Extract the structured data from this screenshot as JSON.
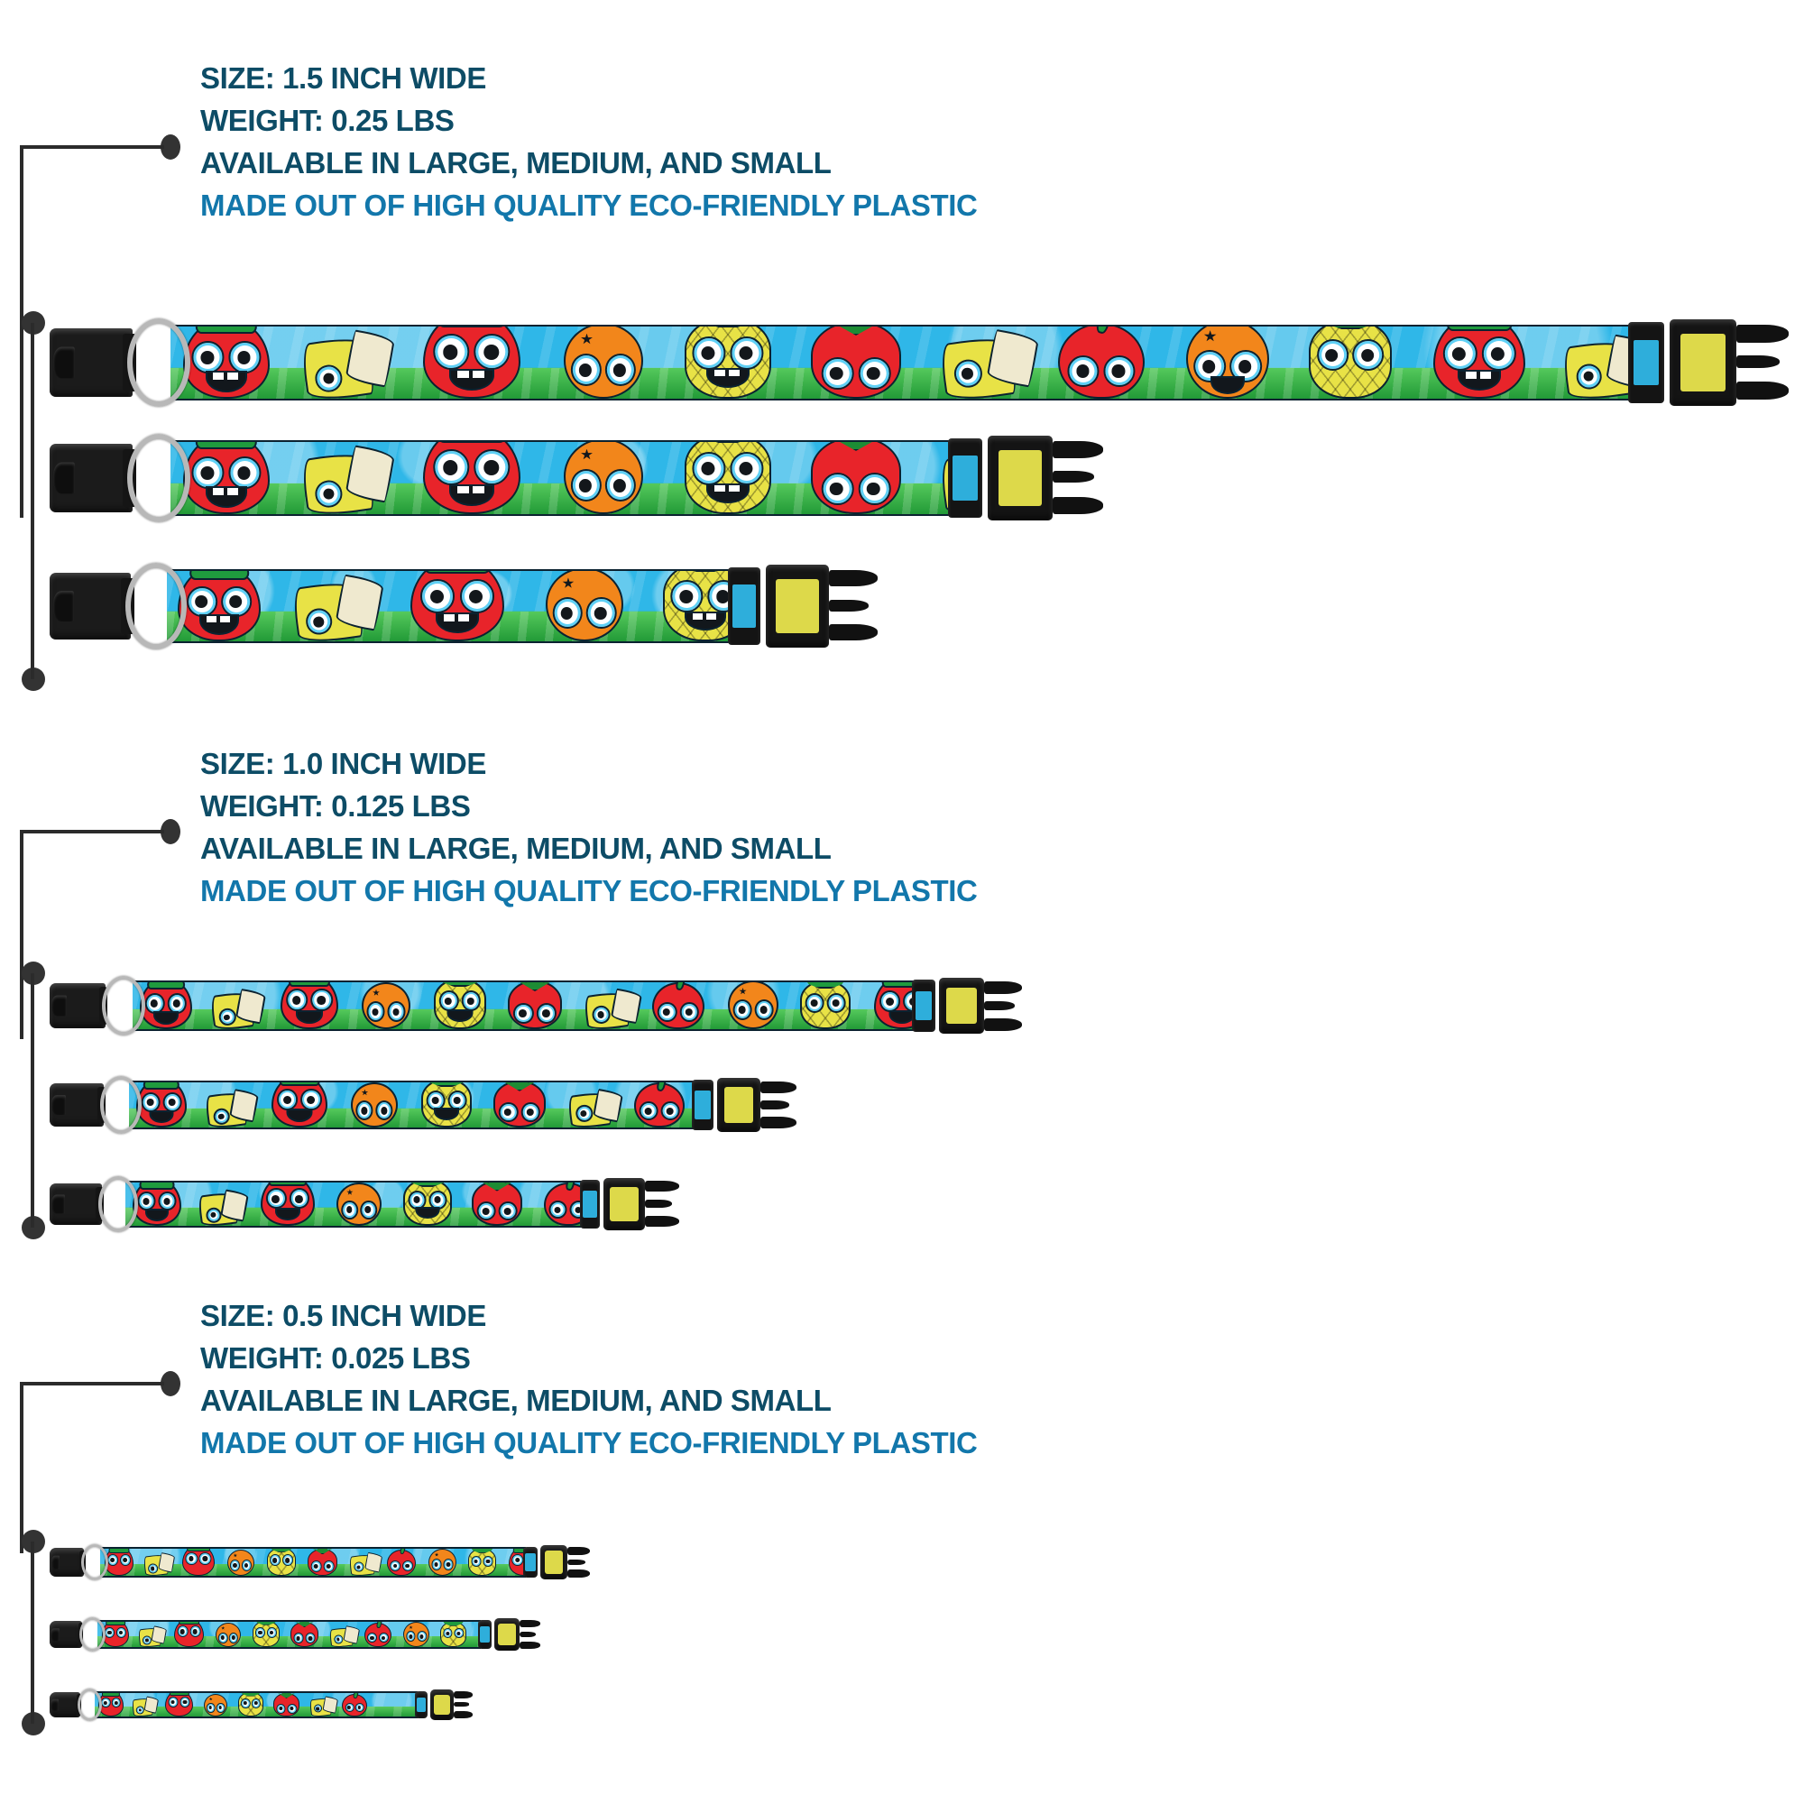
{
  "page": {
    "type": "product-size-infographic",
    "product": "dog collar",
    "pattern_name": "cartoon fruit faces",
    "background": "#ffffff",
    "colors": {
      "spec_dark_blue": "#0d4c66",
      "spec_bright_blue": "#1277ab",
      "leader_line": "#2b2b2b",
      "hardware_black": "#141414",
      "webbing_sky": "#2fb7e8",
      "webbing_grass": "#45c24f",
      "fruit_red": "#e8242a",
      "fruit_orange": "#f2861b",
      "fruit_yellow": "#e8e246",
      "fruit_green": "#1f9b3e"
    }
  },
  "sections": [
    {
      "id": "size-1-5",
      "spec": {
        "size_label": "SIZE: 1.5 INCH WIDE",
        "weight_label": "WEIGHT: 0.25 LBS",
        "availability_label": "AVAILABLE IN LARGE, MEDIUM, AND SMALL",
        "material_label": "MADE OUT OF HIGH QUALITY ECO-FRIENDLY PLASTIC"
      },
      "collars": [
        {
          "variant": "large",
          "alt": "1.5 inch wide large dog collar with cartoon fruit pattern"
        },
        {
          "variant": "medium",
          "alt": "1.5 inch wide medium dog collar with cartoon fruit pattern"
        },
        {
          "variant": "small",
          "alt": "1.5 inch wide small dog collar with cartoon fruit pattern"
        }
      ]
    },
    {
      "id": "size-1-0",
      "spec": {
        "size_label": "SIZE: 1.0 INCH WIDE",
        "weight_label": "WEIGHT: 0.125 LBS",
        "availability_label": "AVAILABLE IN LARGE, MEDIUM, AND SMALL",
        "material_label": "MADE OUT OF HIGH QUALITY ECO-FRIENDLY PLASTIC"
      },
      "collars": [
        {
          "variant": "large",
          "alt": "1.0 inch wide large dog collar with cartoon fruit pattern"
        },
        {
          "variant": "medium",
          "alt": "1.0 inch wide medium dog collar with cartoon fruit pattern"
        },
        {
          "variant": "small",
          "alt": "1.0 inch wide small dog collar with cartoon fruit pattern"
        }
      ]
    },
    {
      "id": "size-0-5",
      "spec": {
        "size_label": "SIZE: 0.5 INCH WIDE",
        "weight_label": "WEIGHT: 0.025 LBS",
        "availability_label": "AVAILABLE IN LARGE, MEDIUM, AND SMALL",
        "material_label": "MADE OUT OF HIGH QUALITY ECO-FRIENDLY PLASTIC"
      },
      "collars": [
        {
          "variant": "large",
          "alt": "0.5 inch wide large dog collar with cartoon fruit pattern"
        },
        {
          "variant": "medium",
          "alt": "0.5 inch wide medium dog collar with cartoon fruit pattern"
        },
        {
          "variant": "small",
          "alt": "0.5 inch wide small dog collar with cartoon fruit pattern"
        }
      ]
    }
  ],
  "pattern_sequence": [
    "strawberry",
    "banana",
    "apple",
    "orange",
    "pineapple",
    "tomato",
    "banana",
    "apple",
    "orange",
    "pineapple",
    "strawberry",
    "banana",
    "apple"
  ],
  "hardware": {
    "side_release_buckle_female": "side-release-buckle-female",
    "side_release_buckle_male": "side-release-buckle-male",
    "d_ring": "d-ring",
    "tri_glide_slider": "tri-glide-slider"
  }
}
